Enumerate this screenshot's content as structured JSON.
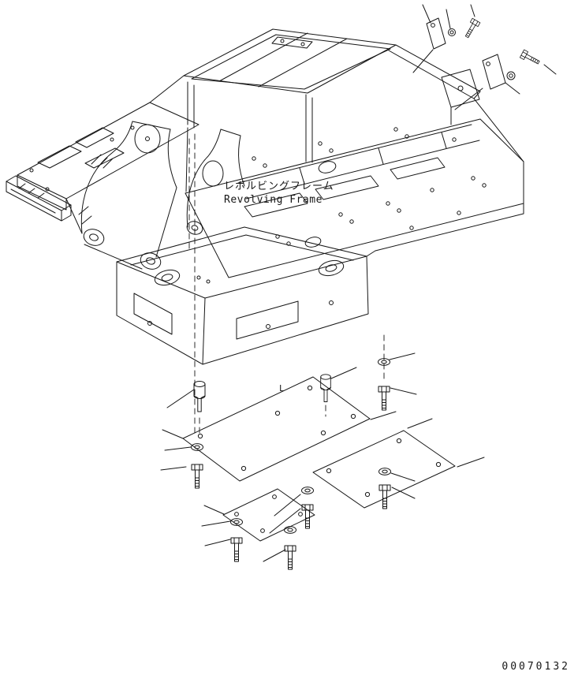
{
  "colors": {
    "background": "#ffffff",
    "line": "#161616"
  },
  "labels": {
    "part_name_jp": "レボルビングフレーム",
    "part_name_en": "Revolving Frame",
    "plate_mark": "L",
    "drawing_number": "00070132"
  }
}
